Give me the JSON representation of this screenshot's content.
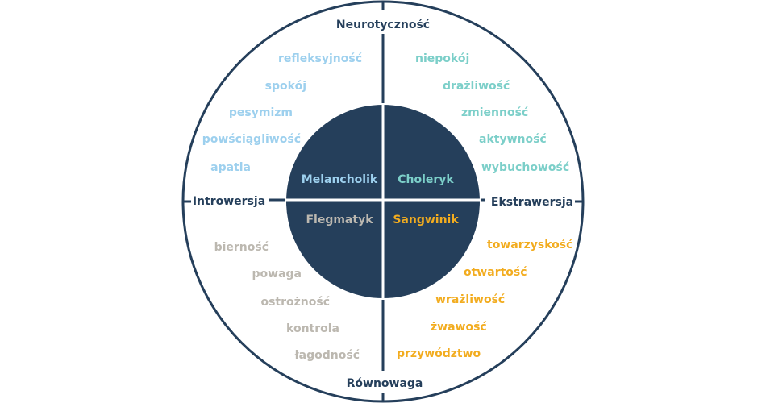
{
  "axes": {
    "top": "Neurotyczność",
    "bottom": "Równowaga",
    "left": "Introwersja",
    "right": "Ekstrawersja"
  },
  "temperaments": {
    "melancholic": "Melancholik",
    "choleric": "Choleryk",
    "phlegmatic": "Flegmatyk",
    "sanguine": "Sangwinik"
  },
  "traits": {
    "top_left": [
      "refleksyjność",
      "spokój",
      "pesymizm",
      "powściągliwość",
      "apatia"
    ],
    "top_right": [
      "niepokój",
      "drażliwość",
      "zmienność",
      "aktywność",
      "wybuchowość"
    ],
    "bottom_left": [
      "bierność",
      "powaga",
      "ostrożność",
      "kontrola",
      "łagodność"
    ],
    "bottom_right": [
      "towarzyskość",
      "otwartość",
      "wrażliwość",
      "żwawość",
      "przywództwo"
    ]
  },
  "colors": {
    "navy": "#253f5b",
    "light_blue": "#9dd0ee",
    "teal": "#7ccfc9",
    "gray": "#bcb8b0",
    "orange": "#f2ac1f"
  }
}
